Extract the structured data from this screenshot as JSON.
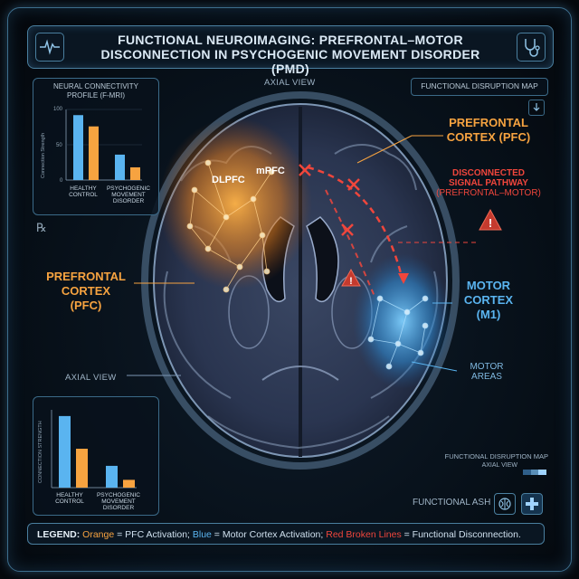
{
  "title_line1": "FUNCTIONAL NEUROIMAGING: PREFRONTAL–MOTOR",
  "title_line2": "DISCONNECTION IN PSYCHOGENIC MOVEMENT DISORDER (PMD)",
  "axial_view_top": "AXIAL VIEW",
  "axial_view_left": "AXIAL VIEW",
  "disruption_map_btn": "FUNCTIONAL DISRUPTION MAP",
  "disruption_map_small": "FUNCTIONAL DISRUPTION MAP",
  "axial_view_small": "AXIAL VIEW",
  "functional_ash": "FUNCTIONAL ASH",
  "rx_symbol": "℞",
  "labels": {
    "dlpfc": "DLPFC",
    "mpfc": "mPFC",
    "pfc_left_1": "PREFRONTAL",
    "pfc_left_2": "CORTEX",
    "pfc_left_3": "(PFC)",
    "pfc_right_1": "PREFRONTAL",
    "pfc_right_2": "CORTEX (PFC)",
    "disc_1": "DISCONNECTED",
    "disc_2": "SIGNAL PATHWAY",
    "disc_3": "(PREFRONTAL–MOTOR)",
    "motor_1": "MOTOR",
    "motor_2": "CORTEX",
    "motor_3": "(M1)",
    "motor_areas_1": "MOTOR",
    "motor_areas_2": "AREAS"
  },
  "chart_data": [
    {
      "type": "bar",
      "title": "NEURAL CONNECTIVITY PROFILE (F-MRI)",
      "ylabel": "Connection Strength",
      "ylim": [
        0,
        100
      ],
      "yticks": [
        "100",
        "50",
        "0"
      ],
      "categories": [
        "HEALTHY CONTROL",
        "PSYCHOGENIC MOVEMENT DISORDER"
      ],
      "series": [
        {
          "color": "#5ab4f0",
          "values": [
            92,
            36
          ]
        },
        {
          "color": "#f7a340",
          "values": [
            76,
            18
          ]
        }
      ]
    },
    {
      "type": "bar",
      "ylabel": "CONNECTION STRENGTH",
      "ylim": [
        0,
        100
      ],
      "categories": [
        "HEALTHY CONTROL",
        "PSYCHOGENIC MOVEMENT DISORDER"
      ],
      "series": [
        {
          "color": "#5ab4f0",
          "values": [
            92,
            28
          ]
        },
        {
          "color": "#f7a340",
          "values": [
            50,
            10
          ]
        }
      ]
    }
  ],
  "legend": {
    "prefix": "LEGEND:",
    "orange_word": "Orange",
    "orange_text": " = PFC Activation; ",
    "blue_word": "Blue",
    "blue_text": " = Motor Cortex Activation; ",
    "red_word": "Red Broken Lines",
    "red_text": " = Functional Disconnection."
  }
}
